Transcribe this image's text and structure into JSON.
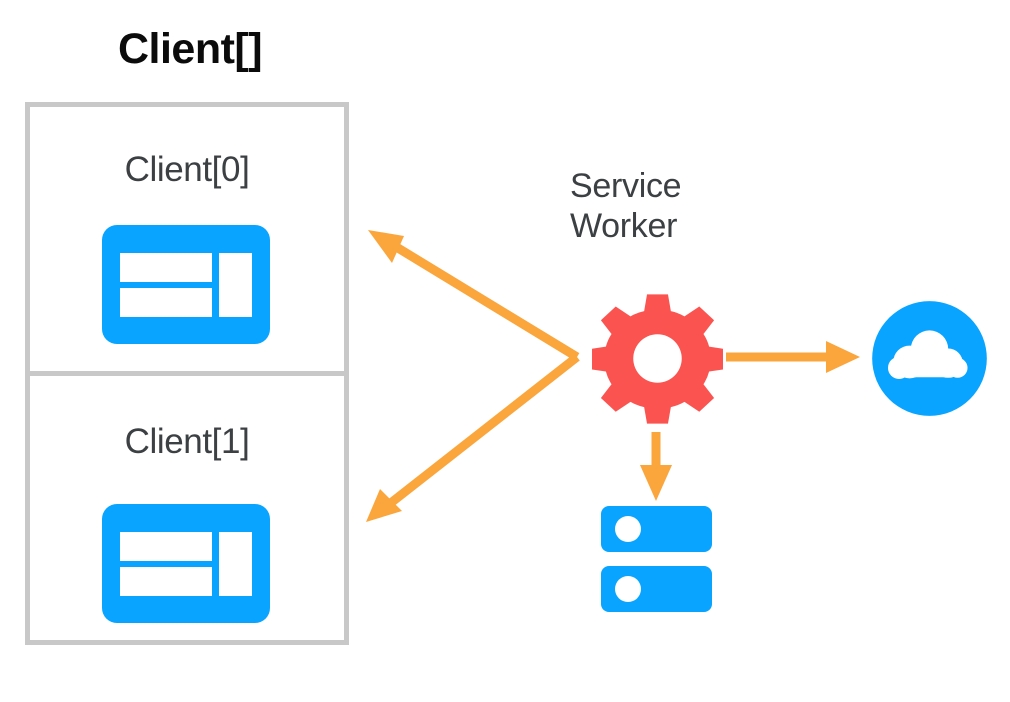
{
  "diagram": {
    "title": "Client[] / Service Worker architecture",
    "background": "#ffffff",
    "colors": {
      "blue": "#09a4ff",
      "red": "#fb5450",
      "orange": "#faa63c",
      "border_gray": "#c8c8c8",
      "text_dark": "#3c4043",
      "title_black": "#0b0b0b"
    }
  },
  "client_group": {
    "title": "Client[]",
    "clients": [
      {
        "label": "Client[0]",
        "icon": "browser-window-icon"
      },
      {
        "label": "Client[1]",
        "icon": "browser-window-icon"
      }
    ]
  },
  "service_worker": {
    "label_line1": "Service",
    "label_line2": "Worker",
    "icon": "gear-icon"
  },
  "network": {
    "icon": "cloud-icon",
    "label": ""
  },
  "storage": {
    "icon": "database-icon",
    "label": ""
  },
  "arrows": [
    {
      "name": "arrow-sw-to-client0",
      "from": "service-worker",
      "to": "client-0",
      "direction": "left-up",
      "color": "#faa63c"
    },
    {
      "name": "arrow-sw-to-client1",
      "from": "service-worker",
      "to": "client-1",
      "direction": "left-down",
      "color": "#faa63c"
    },
    {
      "name": "arrow-sw-to-cloud",
      "from": "service-worker",
      "to": "cloud",
      "direction": "right",
      "color": "#faa63c"
    },
    {
      "name": "arrow-sw-to-database",
      "from": "service-worker",
      "to": "database",
      "direction": "down",
      "color": "#faa63c"
    }
  ]
}
